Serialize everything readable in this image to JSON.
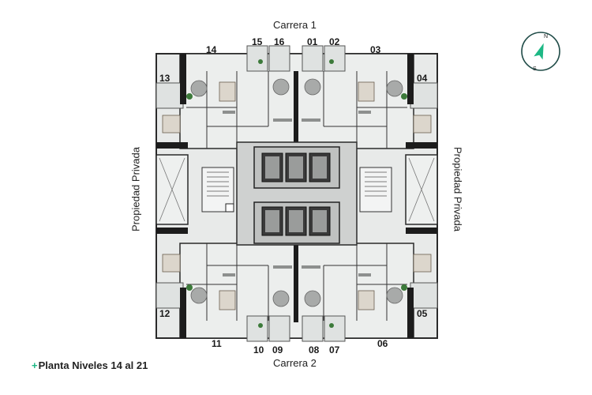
{
  "title": {
    "prefix": "+",
    "text": "Planta Niveles 14 al 21"
  },
  "streets": {
    "top": "Carrera 1",
    "bottom": "Carrera 2"
  },
  "sides": {
    "left": "Propiedad Privada",
    "right": "Propiedad Privada"
  },
  "compass": {
    "north": "N",
    "south": "S",
    "accent": "#1db885"
  },
  "units": {
    "u01": "01",
    "u02": "02",
    "u03": "03",
    "u04": "04",
    "u05": "05",
    "u06": "06",
    "u07": "07",
    "u08": "08",
    "u09": "09",
    "u10": "10",
    "u11": "11",
    "u12": "12",
    "u13": "13",
    "u14": "14",
    "u15": "15",
    "u16": "16"
  },
  "colors": {
    "wall": "#1c1c1c",
    "floor": "#e9ebea",
    "core": "#c9cbca",
    "shaft": "#3a3a3a",
    "plant": "#3c7a3a"
  }
}
